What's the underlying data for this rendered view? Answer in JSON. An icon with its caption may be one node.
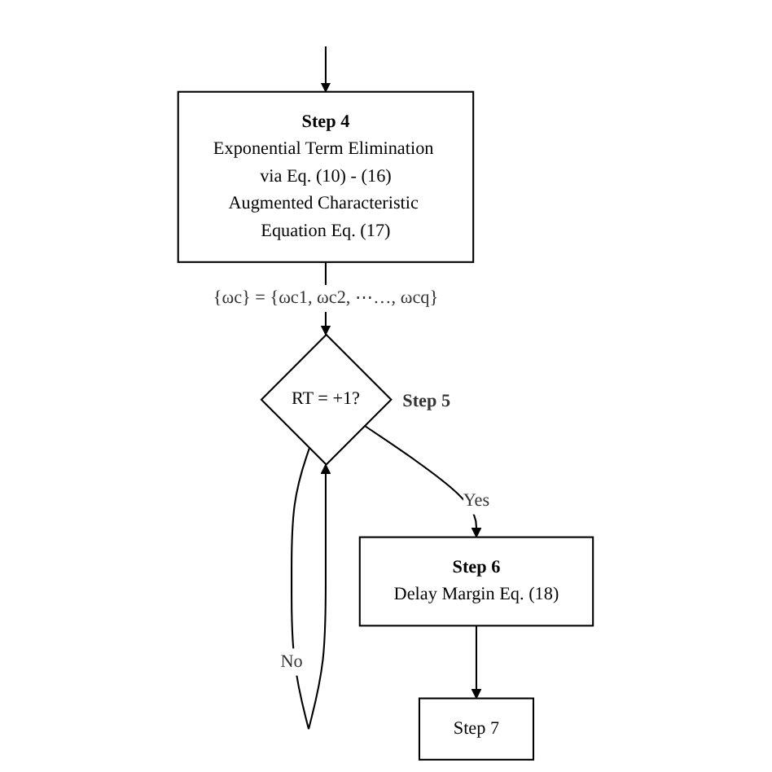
{
  "diagram": {
    "nodes": [
      {
        "text": [
          "Step 4",
          "Exponential Term Elimination via Eq. (10) - (16)",
          "Augmented Characteristic Equation Eq. (17)"
        ]
      },
      {
        "text": [
          "RT = +1?"
        ],
        "beside": [
          "Step 5"
        ]
      },
      {
        "text": [
          "Step 6",
          "Delay Margin Eq. (18)"
        ]
      },
      {
        "text": [
          "Step 7"
        ]
      }
    ],
    "edges": [
      {
        "from": null,
        "to": 0,
        "arrow": "to"
      },
      {
        "from": 0,
        "to": 1,
        "arrow": "to",
        "label": "{ωc} = {ωc1, ωc2, ⋯…, ωcq}"
      },
      {
        "from": 1,
        "to": 1,
        "arrow": "to",
        "label": "No"
      },
      {
        "from": 1,
        "to": 2,
        "arrow": "to",
        "label": "Yes"
      },
      {
        "from": 2,
        "to": 3,
        "arrow": "to"
      }
    ]
  }
}
